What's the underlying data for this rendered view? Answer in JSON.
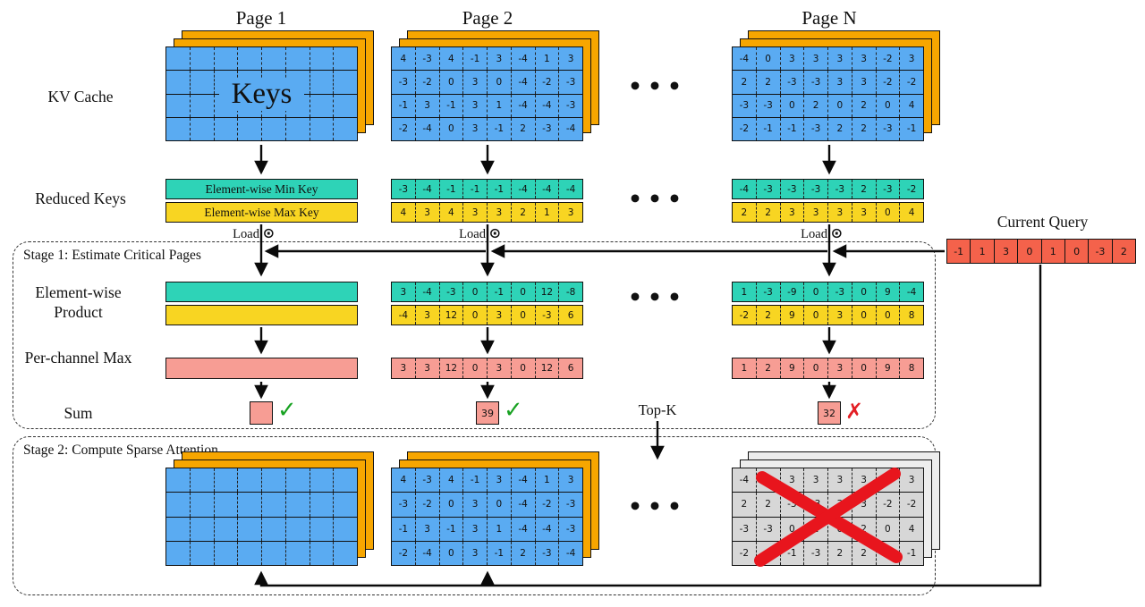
{
  "colors": {
    "matrix_blue": "#5aabf2",
    "sheet_orange": "#f7a600",
    "min_teal": "#2ed3b7",
    "max_yellow": "#f8d522",
    "pink": "#f79d94",
    "query_red": "#f4624b",
    "pruned_gray": "#d7d7d7",
    "check_green": "#18a222",
    "cross_red": "#e31f25"
  },
  "page_headers": {
    "page1": "Page 1",
    "page2": "Page 2",
    "pageN": "Page N"
  },
  "ellipsis": "•••",
  "left_labels": {
    "kv_cache": "KV Cache",
    "reduced_keys": "Reduced Keys",
    "elementwise_product": "Element-wise Product",
    "per_channel_max": "Per-channel Max",
    "sum": "Sum"
  },
  "stage1": {
    "title": "Stage 1: Estimate Critical Pages"
  },
  "stage2": {
    "title": "Stage 2: Compute Sparse Attention"
  },
  "load": {
    "label": "Load",
    "odot": "⊙"
  },
  "topk_label": "Top-K",
  "current_query": {
    "label": "Current Query",
    "values": [
      -1,
      1,
      3,
      0,
      1,
      0,
      -3,
      2
    ]
  },
  "keys_title": "Keys",
  "reduced_key_labels": {
    "min": "Element-wise Min Key",
    "max": "Element-wise Max Key"
  },
  "marks": {
    "page1": "✓",
    "page2": "✓",
    "pageN": "✗"
  },
  "page1": {
    "kv_empty": [
      [
        "",
        "",
        "",
        "",
        "",
        "",
        "",
        ""
      ],
      [
        "",
        "",
        "",
        "",
        "",
        "",
        "",
        ""
      ],
      [
        "",
        "",
        "",
        "",
        "",
        "",
        "",
        ""
      ],
      [
        "",
        "",
        "",
        "",
        "",
        "",
        "",
        ""
      ]
    ],
    "sum": ""
  },
  "page2": {
    "kv": [
      [
        4,
        -3,
        4,
        -1,
        3,
        -4,
        1,
        3
      ],
      [
        -3,
        -2,
        0,
        3,
        0,
        -4,
        -2,
        -3
      ],
      [
        -1,
        3,
        -1,
        3,
        1,
        -4,
        -4,
        -3
      ],
      [
        -2,
        -4,
        0,
        3,
        -1,
        2,
        -3,
        -4
      ]
    ],
    "min_key": [
      -3,
      -4,
      -1,
      -1,
      -1,
      -4,
      -4,
      -4
    ],
    "max_key": [
      4,
      3,
      4,
      3,
      3,
      2,
      1,
      3
    ],
    "prod_min": [
      3,
      -4,
      -3,
      0,
      -1,
      0,
      12,
      -8
    ],
    "prod_max": [
      -4,
      3,
      12,
      0,
      3,
      0,
      -3,
      6
    ],
    "chan_max": [
      3,
      3,
      12,
      0,
      3,
      0,
      12,
      6
    ],
    "sum": 39,
    "attn": [
      [
        4,
        -3,
        4,
        -1,
        3,
        -4,
        1,
        3
      ],
      [
        -3,
        -2,
        0,
        3,
        0,
        -4,
        -2,
        -3
      ],
      [
        -1,
        3,
        -1,
        3,
        1,
        -4,
        -4,
        -3
      ],
      [
        -2,
        -4,
        0,
        3,
        -1,
        2,
        -3,
        -4
      ]
    ]
  },
  "pageN": {
    "kv": [
      [
        -4,
        0,
        3,
        3,
        3,
        3,
        -2,
        3
      ],
      [
        2,
        2,
        -3,
        -3,
        3,
        3,
        -2,
        -2
      ],
      [
        -3,
        -3,
        0,
        2,
        0,
        2,
        0,
        4
      ],
      [
        -2,
        -1,
        -1,
        -3,
        2,
        2,
        -3,
        -1
      ]
    ],
    "min_key": [
      -4,
      -3,
      -3,
      -3,
      -3,
      2,
      -3,
      -2
    ],
    "max_key": [
      2,
      2,
      3,
      3,
      3,
      3,
      0,
      4
    ],
    "prod_min": [
      1,
      -3,
      -9,
      0,
      -3,
      0,
      9,
      -4
    ],
    "prod_max": [
      -2,
      2,
      9,
      0,
      3,
      0,
      0,
      8
    ],
    "chan_max": [
      1,
      2,
      9,
      0,
      3,
      0,
      9,
      8
    ],
    "sum": 32,
    "attn": [
      [
        -4,
        0,
        3,
        3,
        3,
        3,
        -2,
        3
      ],
      [
        2,
        2,
        -3,
        -3,
        3,
        3,
        -2,
        -2
      ],
      [
        -3,
        -3,
        0,
        2,
        0,
        2,
        0,
        4
      ],
      [
        -2,
        -1,
        -1,
        -3,
        2,
        2,
        -3,
        -1
      ]
    ]
  }
}
